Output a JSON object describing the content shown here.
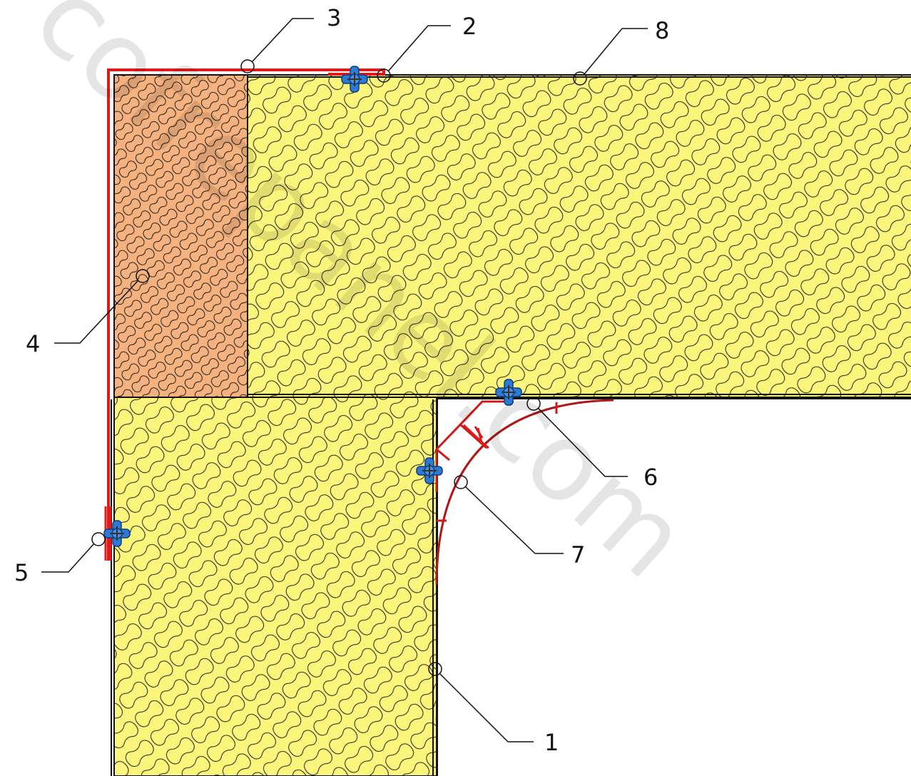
{
  "callouts": [
    {
      "id": "1",
      "label": "1"
    },
    {
      "id": "2",
      "label": "2"
    },
    {
      "id": "3",
      "label": "3"
    },
    {
      "id": "4",
      "label": "4"
    },
    {
      "id": "5",
      "label": "5"
    },
    {
      "id": "6",
      "label": "6"
    },
    {
      "id": "7",
      "label": "7"
    },
    {
      "id": "8",
      "label": "8"
    }
  ],
  "watermark": "cofrepanel.com",
  "colors": {
    "insulation": "#fbf57c",
    "insulation_cut": "#f5b27e",
    "flashing": "#e01b1b",
    "fastener": "#2c7ad6",
    "outline": "#111111"
  }
}
